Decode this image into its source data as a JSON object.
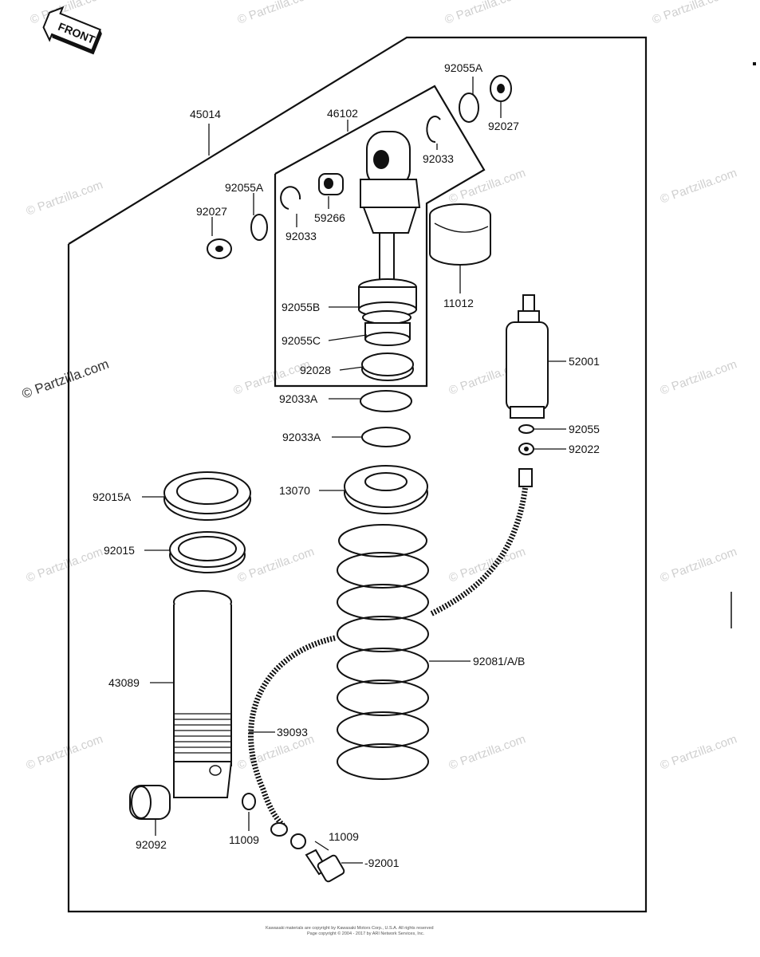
{
  "orientation_label": "FRONT",
  "watermark": "© Partzilla.com",
  "footer": {
    "line1": "Kawasaki materials are copyright by Kawasaki Motors Corp., U.S.A. All rights reserved",
    "line2": "Page copyright © 2004 - 2017 by ARI Network Services, Inc."
  },
  "parts": {
    "p45014": "45014",
    "p46102": "46102",
    "p92055A_top": "92055A",
    "p92027_top": "92027",
    "p92033_top": "92033",
    "p92055A_left": "92055A",
    "p92027_left": "92027",
    "p59266": "59266",
    "p92033_left": "92033",
    "p11012": "11012",
    "p92055B": "92055B",
    "p92055C": "92055C",
    "p92028": "92028",
    "p52001": "52001",
    "p92033A_1": "92033A",
    "p92033A_2": "92033A",
    "p92055": "92055",
    "p92022": "92022",
    "p92015A": "92015A",
    "p13070": "13070",
    "p92015": "92015",
    "p92081": "92081/A/B",
    "p43089": "43089",
    "p39093": "39093",
    "p92092": "92092",
    "p11009_left": "11009",
    "p11009_right": "11009",
    "p92001": "-92001"
  },
  "colors": {
    "line": "#111111",
    "watermark": "#cfcfcf",
    "background": "#ffffff"
  }
}
